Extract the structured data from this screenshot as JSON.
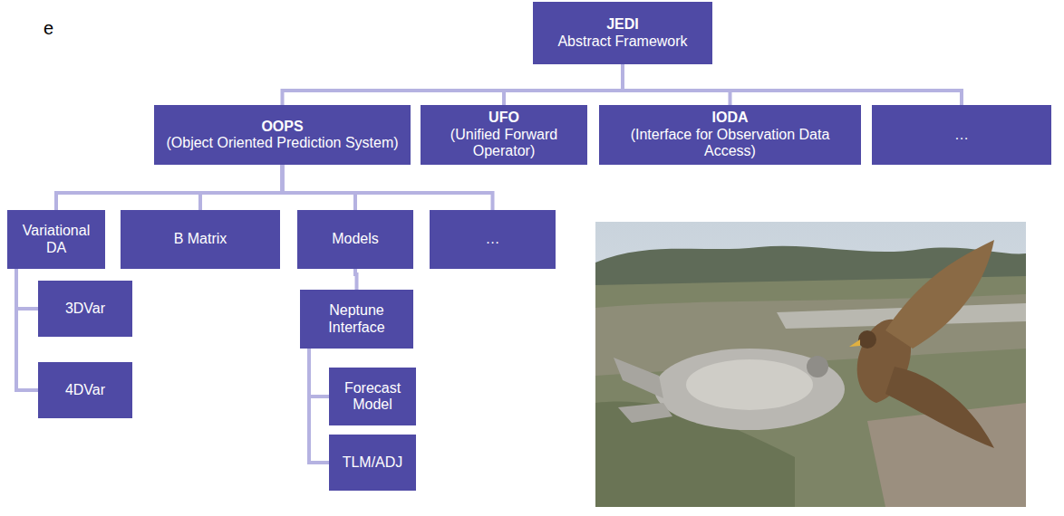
{
  "diagram": {
    "nodes": [
      {
        "text": [
          "JEDI",
          "Abstract Framework"
        ]
      },
      {
        "text": [
          "OOPS",
          "(Object Oriented Prediction System)"
        ]
      },
      {
        "text": [
          "UFO",
          "(Unified Forward Operator)"
        ]
      },
      {
        "text": [
          "IODA",
          "(Interface for Observation Data Access)"
        ]
      },
      {
        "text": [
          "…"
        ]
      },
      {
        "text": [
          "Variational DA"
        ]
      },
      {
        "text": [
          "B Matrix"
        ]
      },
      {
        "text": [
          "Models"
        ]
      },
      {
        "text": [
          "…"
        ]
      },
      {
        "text": [
          "3DVar"
        ]
      },
      {
        "text": [
          "4DVar"
        ]
      },
      {
        "text": [
          "Neptune Interface"
        ]
      },
      {
        "text": [
          "Forecast Model"
        ]
      },
      {
        "text": [
          "TLM/ADJ"
        ]
      }
    ],
    "edges": [
      {
        "from": 0,
        "to": 1,
        "arrow": "none"
      },
      {
        "from": 0,
        "to": 2,
        "arrow": "none"
      },
      {
        "from": 0,
        "to": 3,
        "arrow": "none"
      },
      {
        "from": 0,
        "to": 4,
        "arrow": "none"
      },
      {
        "from": 1,
        "to": 5,
        "arrow": "none"
      },
      {
        "from": 1,
        "to": 6,
        "arrow": "none"
      },
      {
        "from": 1,
        "to": 7,
        "arrow": "none"
      },
      {
        "from": 1,
        "to": 8,
        "arrow": "none"
      },
      {
        "from": 5,
        "to": 9,
        "arrow": "none"
      },
      {
        "from": 5,
        "to": 10,
        "arrow": "none"
      },
      {
        "from": 7,
        "to": 11,
        "arrow": "none"
      },
      {
        "from": 11,
        "to": 12,
        "arrow": "none"
      },
      {
        "from": 11,
        "to": 13,
        "arrow": "none"
      }
    ],
    "labels": [
      "e"
    ]
  }
}
